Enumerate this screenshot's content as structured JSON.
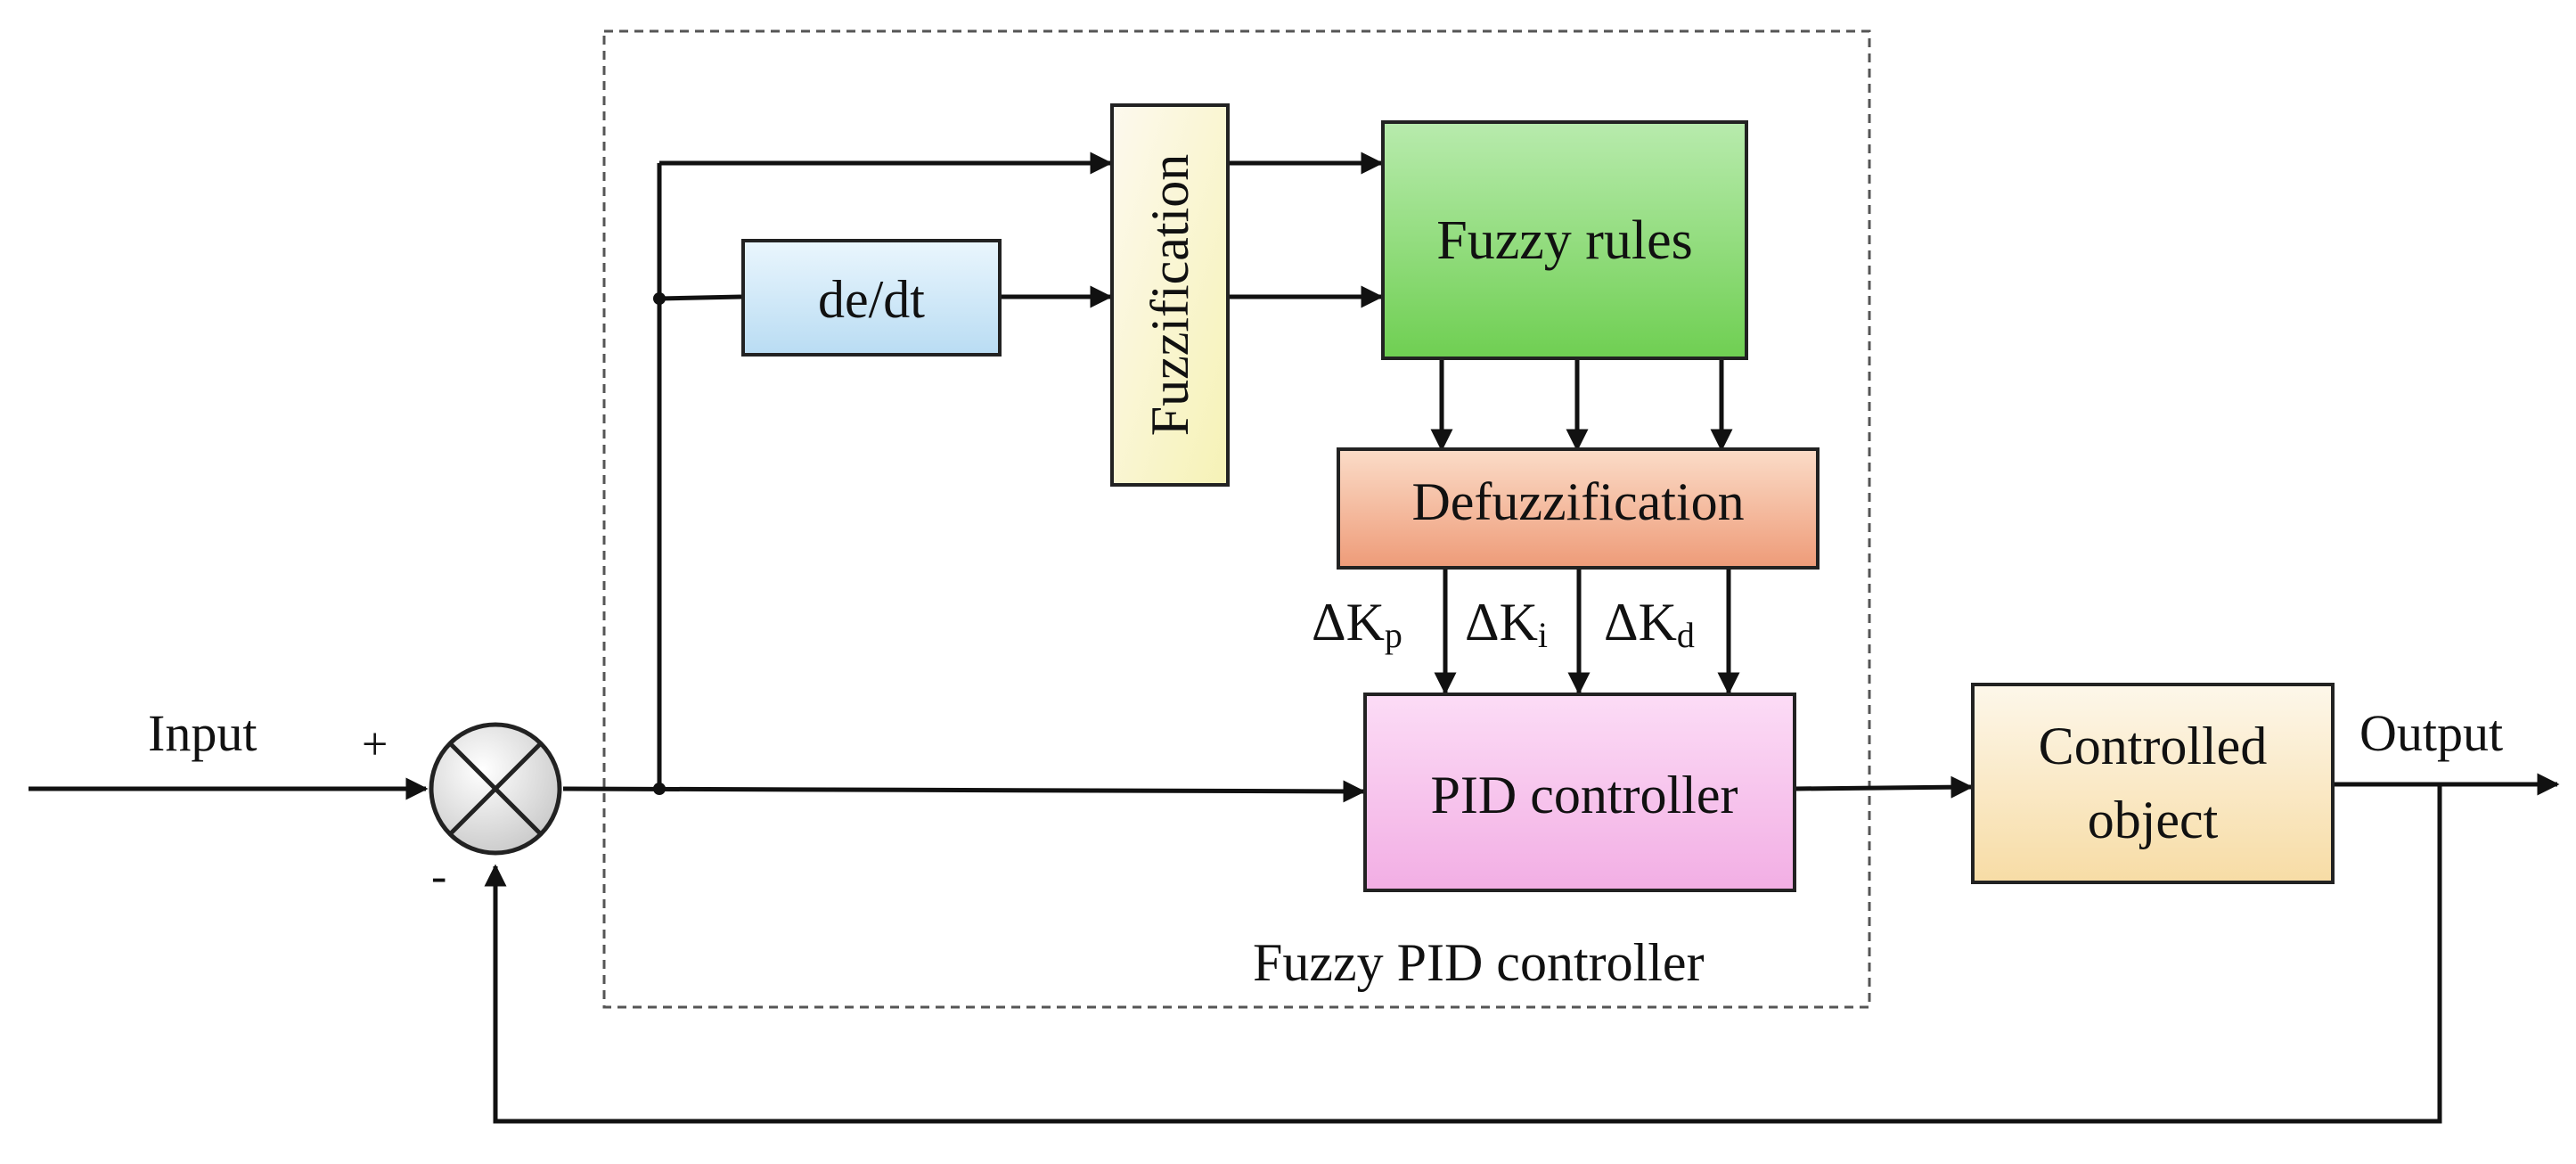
{
  "labels": {
    "input": "Input",
    "output": "Output",
    "plus": "+",
    "minus": "-",
    "de_dt": "de/dt",
    "fuzzification": "Fuzzification",
    "fuzzy_rules": "Fuzzy rules",
    "defuzzification": "Defuzzification",
    "delta_kp_base": "ΔK",
    "delta_kp_sub": "p",
    "delta_ki_base": "ΔK",
    "delta_ki_sub": "i",
    "delta_kd_base": "ΔK",
    "delta_kd_sub": "d",
    "pid_controller": "PID controller",
    "controlled_object_line1": "Controlled",
    "controlled_object_line2": "object",
    "fuzzy_pid_controller": "Fuzzy PID controller"
  },
  "colors": {
    "de_dt_fill": "#d6ecf9",
    "fuzzification_fill": "#fbf6cf",
    "fuzzy_rules_fill": "#8fdc7a",
    "defuzzification_fill": "#f4b79a",
    "pid_fill": "#f7c4ec",
    "controlled_object_fill": "#fbeccc",
    "summing_junction_fill": "#e6e6e6"
  }
}
